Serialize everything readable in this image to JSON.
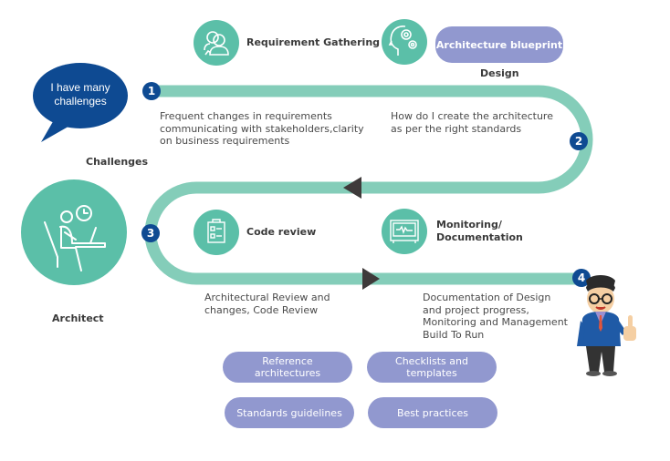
{
  "colors": {
    "path": "#84cdb9",
    "icon_bg": "#5bbfa8",
    "badge": "#0e4a92",
    "bubble": "#0e4a92",
    "pill": "#9198cf",
    "arrow": "#3e3a3a"
  },
  "speech_bubble": {
    "text_line1": "I have many",
    "text_line2": "challenges"
  },
  "challenges_label": "Challenges",
  "architect_label": "Architect",
  "stages": [
    {
      "step": "1",
      "icon": "people-icon",
      "title": "Requirement Gathering",
      "description": [
        "Frequent changes in requirements",
        "communicating with stakeholders,clarity",
        "on business requirements"
      ]
    },
    {
      "step": "2",
      "icon": "head-gears-icon",
      "title": "Design",
      "pill": "Architecture blueprint",
      "description": [
        "How do I create the architecture",
        "as per the right standards"
      ]
    },
    {
      "step": "3",
      "icon": "clipboard-icon",
      "title": "Code review",
      "description": [
        "Architectural Review and",
        "changes, Code Review"
      ]
    },
    {
      "step": "4",
      "icon": "monitor-icon",
      "title_line1": "Monitoring/",
      "title_line2": "Documentation",
      "description": [
        "Documentation of Design",
        "and project progress,",
        "Monitoring and Management",
        "Build To Run"
      ]
    }
  ],
  "resources": [
    {
      "line1": "Reference",
      "line2": "architectures"
    },
    {
      "line1": "Checklists and",
      "line2": "templates"
    },
    {
      "line1": "Standards guidelines"
    },
    {
      "line1": "Best practices"
    }
  ]
}
